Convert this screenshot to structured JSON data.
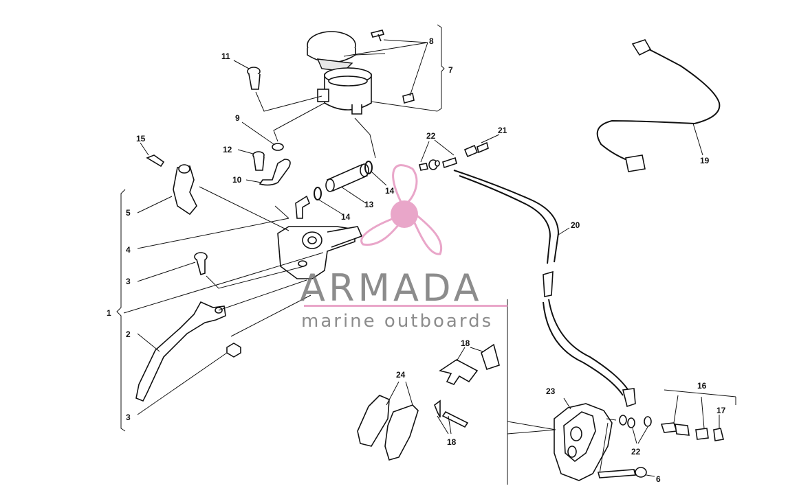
{
  "callouts": {
    "c1": "1",
    "c2": "2",
    "c3a": "3",
    "c3b": "3",
    "c4": "4",
    "c5": "5",
    "c6": "6",
    "c7": "7",
    "c8": "8",
    "c9": "9",
    "c10": "10",
    "c11": "11",
    "c12": "12",
    "c13": "13",
    "c14a": "14",
    "c14b": "14",
    "c15": "15",
    "c16": "16",
    "c17": "17",
    "c18a": "18",
    "c18b": "18",
    "c19": "19",
    "c20": "20",
    "c21": "21",
    "c22a": "22",
    "c22b": "22",
    "c23": "23",
    "c24": "24"
  },
  "watermark": {
    "brand": "ARMADA",
    "tagline": "marine outboards",
    "logo": "propeller-logo",
    "color": "#e9a6c9"
  }
}
